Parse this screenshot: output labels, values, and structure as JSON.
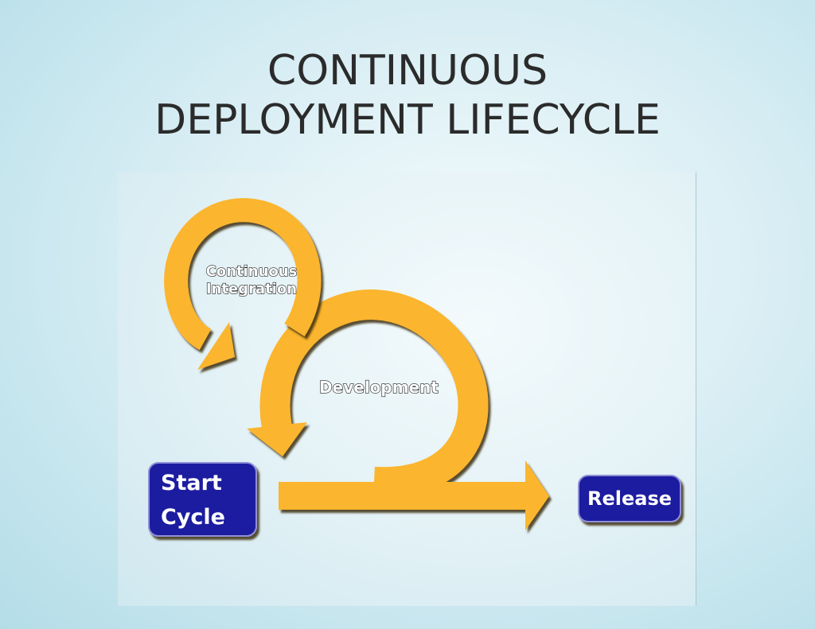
{
  "title": {
    "line1": "CONTINUOUS",
    "line2": "DEPLOYMENT LIFECYCLE"
  },
  "diagram": {
    "continuous_integration": {
      "line1": "Continuous",
      "line2": "Integration"
    },
    "development": "Development",
    "start_cycle": {
      "line1": "Start",
      "line2": "Cycle"
    },
    "release": "Release"
  },
  "colors": {
    "arrow_fill": "#fbb52e",
    "arrow_shadow": "#5d4a1c",
    "box_fill": "#1c1ea0",
    "box_border": "#8f8fd6",
    "title": "#2b2b2b"
  }
}
